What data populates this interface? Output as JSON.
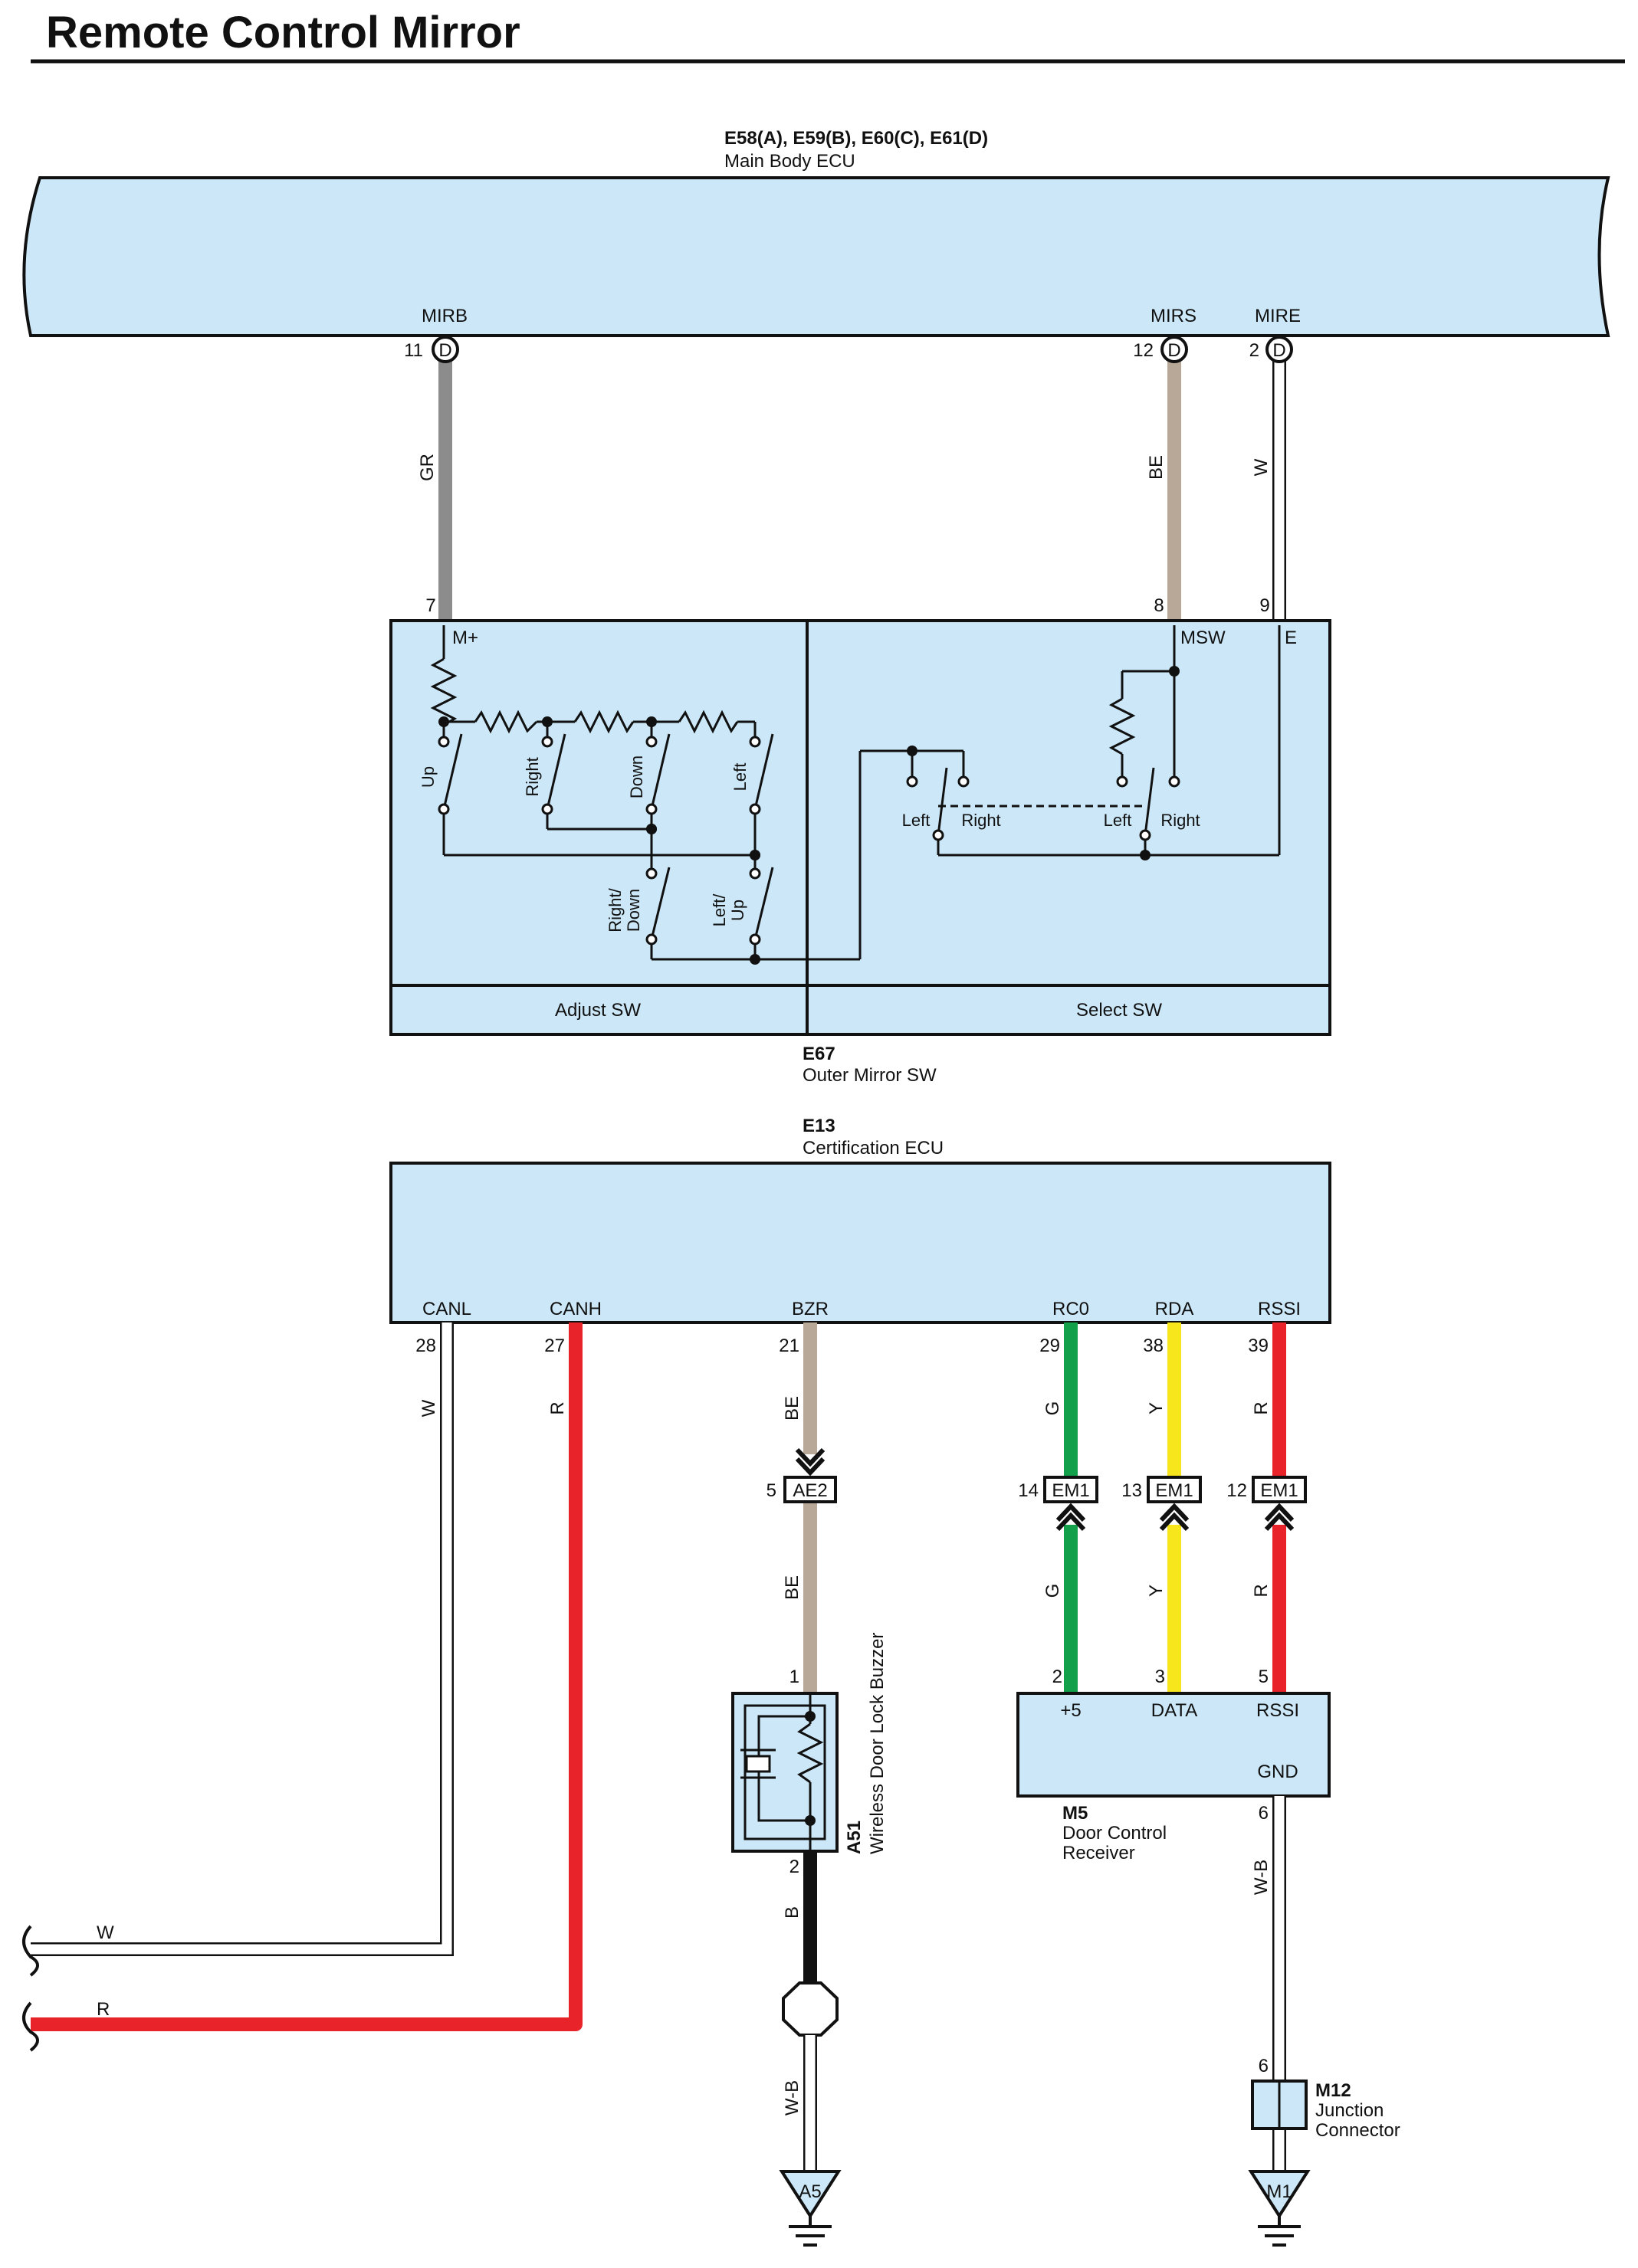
{
  "title": "Remote Control Mirror",
  "main_body_ecu": {
    "code": "E58(A), E59(B), E60(C), E61(D)",
    "name": "Main Body ECU",
    "pins": [
      {
        "name": "MIRB",
        "num": "11",
        "conn": "D",
        "wire": "GR"
      },
      {
        "name": "MIRS",
        "num": "12",
        "conn": "D",
        "wire": "BE"
      },
      {
        "name": "MIRE",
        "num": "2",
        "conn": "D",
        "wire": "W"
      }
    ]
  },
  "outer_mirror_sw": {
    "code": "E67",
    "name": "Outer Mirror SW",
    "pins": [
      {
        "num": "7",
        "name": "M+"
      },
      {
        "num": "8",
        "name": "MSW"
      },
      {
        "num": "9",
        "name": "E"
      }
    ],
    "adjust_label": "Adjust SW",
    "select_label": "Select SW",
    "adjust_switches": [
      "Up",
      "Right",
      "Down",
      "Left"
    ],
    "combo_switches": [
      "Right/\nDown",
      "Left/\nUp"
    ],
    "select_positions": [
      "Left",
      "Right",
      "Left",
      "Right"
    ]
  },
  "certification_ecu": {
    "code": "E13",
    "name": "Certification ECU",
    "pins": [
      {
        "name": "CANL",
        "num": "28",
        "wire": "W",
        "color": "#ffffff"
      },
      {
        "name": "CANH",
        "num": "27",
        "wire": "R",
        "color": "#e8232a"
      },
      {
        "name": "BZR",
        "num": "21",
        "wire": "BE",
        "color": "#b8a898"
      },
      {
        "name": "RC0",
        "num": "29",
        "wire": "G",
        "color": "#12a04a"
      },
      {
        "name": "RDA",
        "num": "38",
        "wire": "Y",
        "color": "#f7e61b"
      },
      {
        "name": "RSSI",
        "num": "39",
        "wire": "R",
        "color": "#e8232a"
      }
    ]
  },
  "connectors": {
    "ae2": {
      "num": "5",
      "name": "AE2",
      "wire_below": "BE"
    },
    "em1": [
      {
        "num": "14",
        "name": "EM1",
        "wire_below": "G"
      },
      {
        "num": "13",
        "name": "EM1",
        "wire_below": "Y"
      },
      {
        "num": "12",
        "name": "EM1",
        "wire_below": "R"
      }
    ]
  },
  "buzzer": {
    "code": "A51",
    "name": "Wireless Door Lock Buzzer",
    "pin_in": "1",
    "pin_out": "2",
    "wire_out": "B",
    "wire_ground": "W-B",
    "ground": "A5"
  },
  "door_control_receiver": {
    "code": "M5",
    "name_line1": "Door Control",
    "name_line2": "Receiver",
    "pins": [
      {
        "num": "2",
        "name": "+5"
      },
      {
        "num": "3",
        "name": "DATA"
      },
      {
        "num": "5",
        "name": "RSSI"
      }
    ],
    "gnd_label": "GND",
    "gnd_pin": "6",
    "gnd_wire": "W-B"
  },
  "junction_connector": {
    "code": "M12",
    "name_line1": "Junction",
    "name_line2": "Connector",
    "pin": "6",
    "ground": "M1"
  },
  "off_page": [
    {
      "wire": "W"
    },
    {
      "wire": "R"
    }
  ],
  "colors": {
    "box_fill": "#cce8f8",
    "wire_gray": "#8c8c8c",
    "wire_beige": "#b8a898",
    "wire_red": "#e8232a",
    "wire_green": "#12a04a",
    "wire_yellow": "#f7e61b",
    "wire_black": "#111111"
  }
}
